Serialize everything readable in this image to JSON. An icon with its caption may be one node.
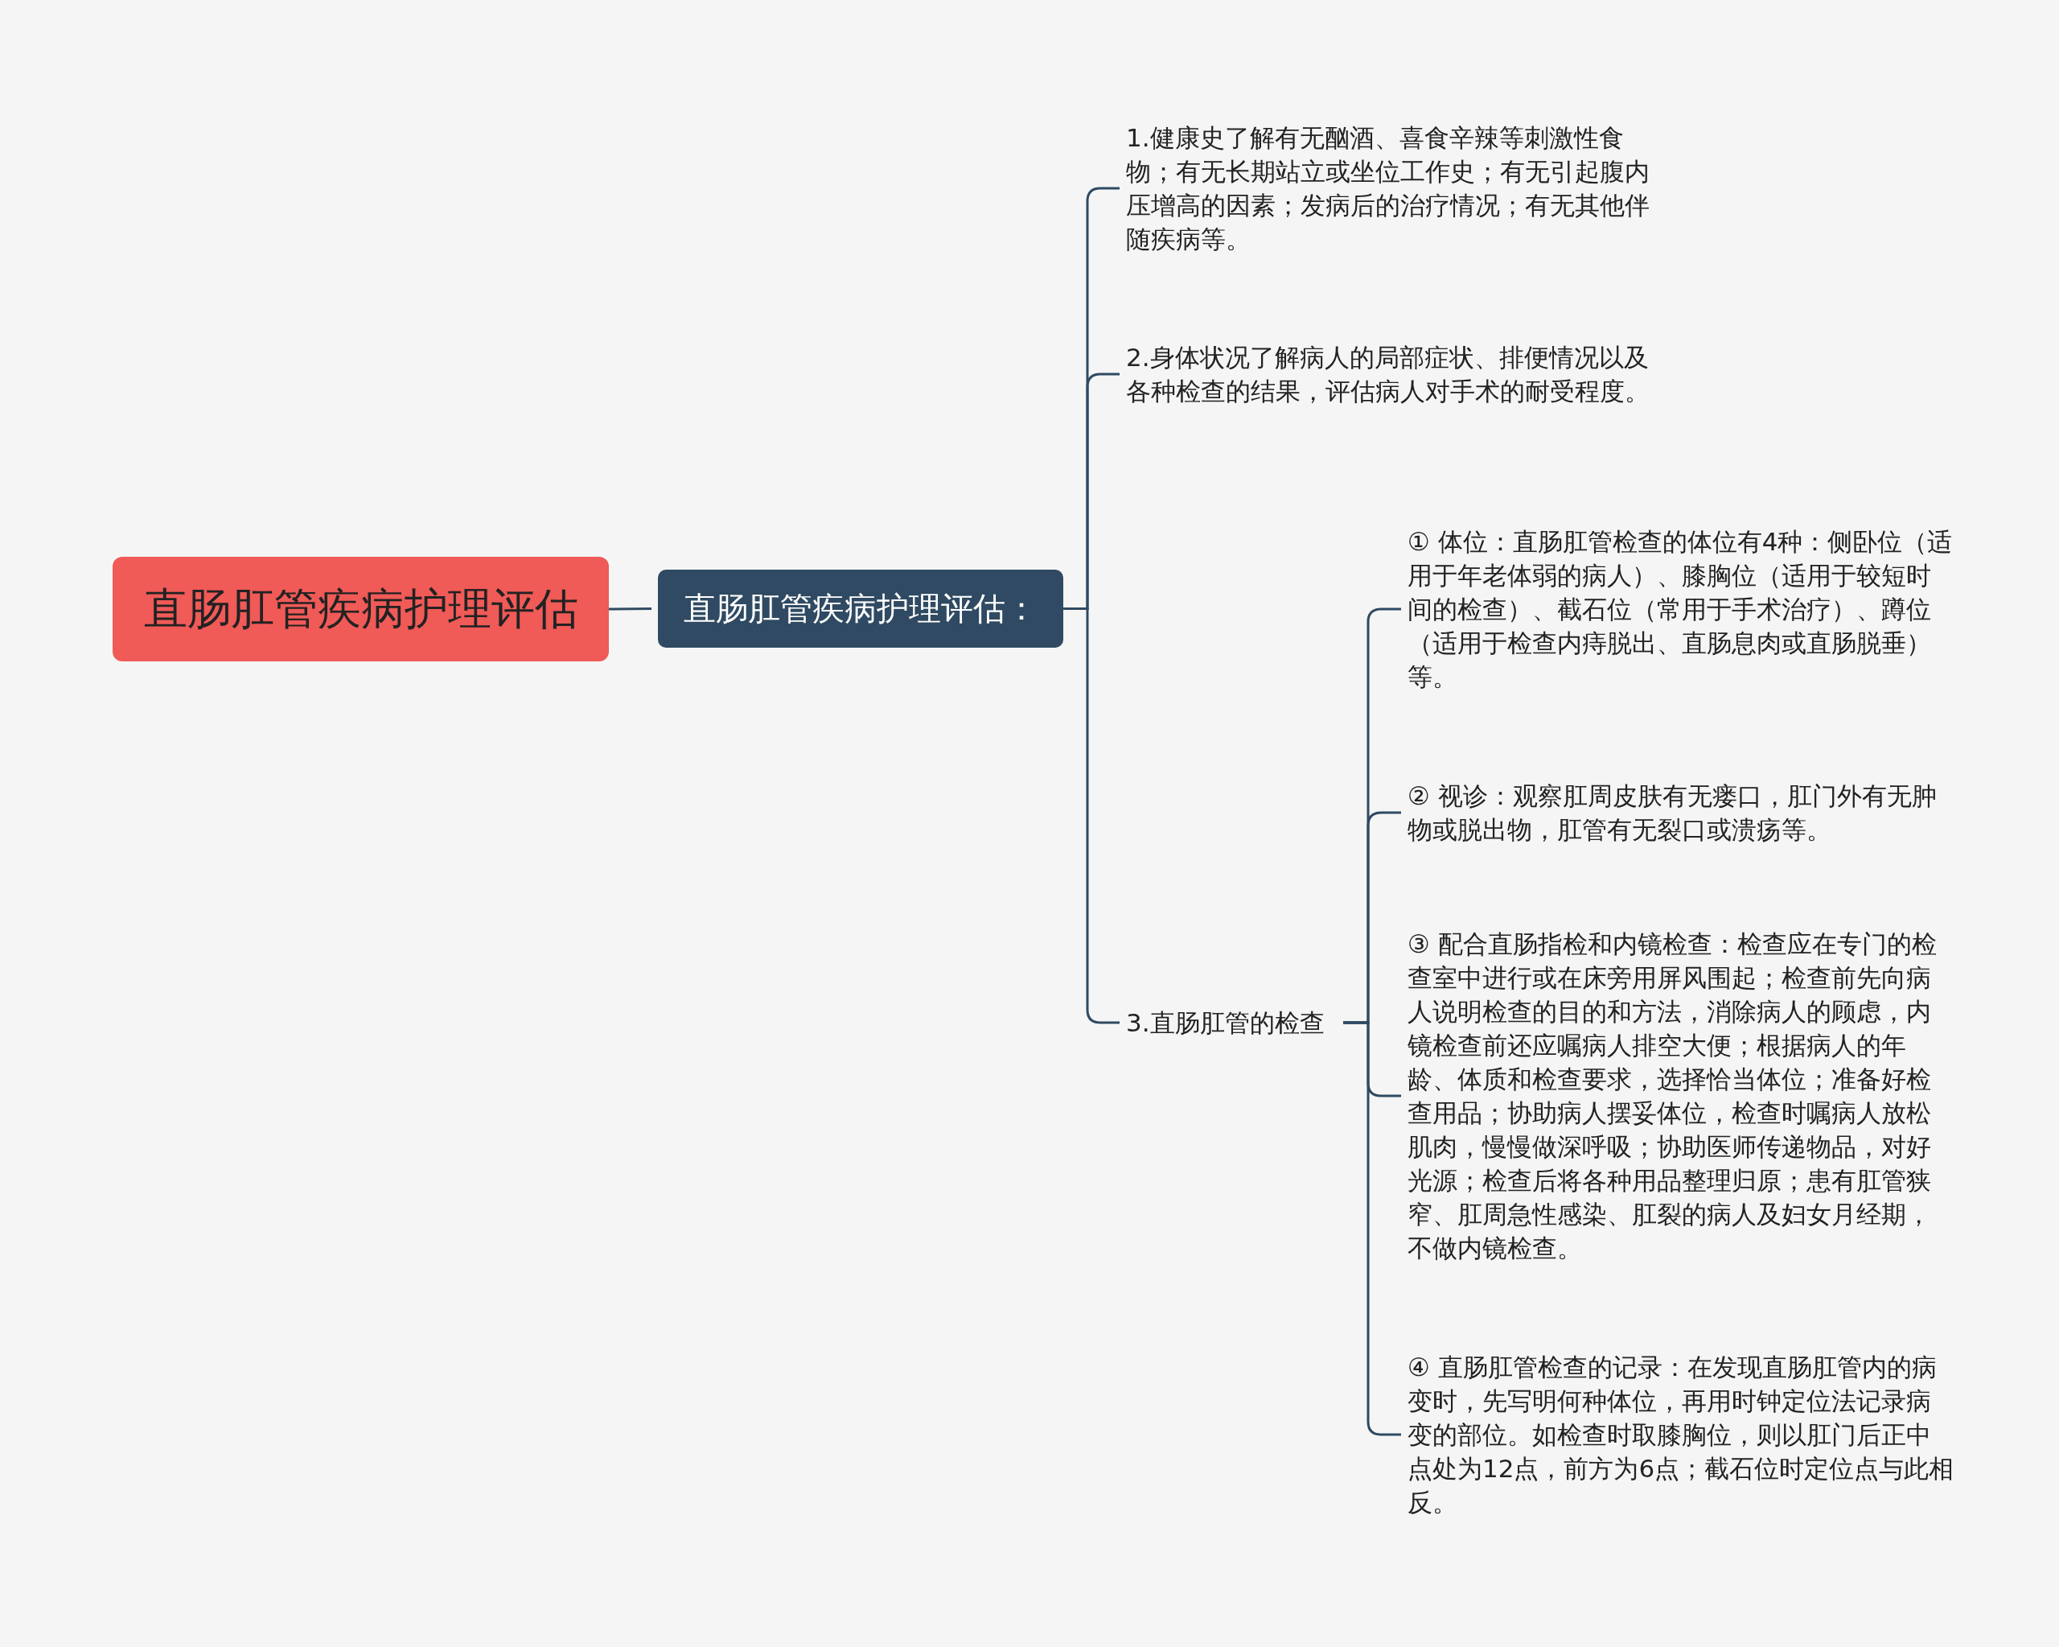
{
  "diagram": {
    "nodes": [
      {
        "text": [
          "直肠肛管疾病护理评估"
        ]
      },
      {
        "text": [
          "直肠肛管疾病护理评估："
        ]
      },
      {
        "text": [
          "1.健康史了解有无酗酒、喜食辛辣等刺激性食物；有无长期站立或坐位工作史；有无引起腹内压增高的因素；发病后的治疗情况；有无其他伴随疾病等。"
        ]
      },
      {
        "text": [
          "2.身体状况了解病人的局部症状、排便情况以及各种检查的结果，评估病人对手术的耐受程度。"
        ]
      },
      {
        "text": [
          "3.直肠肛管的检查"
        ]
      },
      {
        "text": [
          "① 体位：直肠肛管检查的体位有4种：侧卧位（适用于年老体弱的病人）、膝胸位（适用于较短时间的检查）、截石位（常用于手术治疗）、蹲位（适用于检查内痔脱出、直肠息肉或直肠脱垂）等。"
        ]
      },
      {
        "text": [
          "② 视诊：观察肛周皮肤有无瘘口，肛门外有无肿物或脱出物，肛管有无裂口或溃疡等。"
        ]
      },
      {
        "text": [
          "③ 配合直肠指检和内镜检查：检查应在专门的检查室中进行或在床旁用屏风围起；检查前先向病人说明检查的目的和方法，消除病人的顾虑，内镜检查前还应嘱病人排空大便；根据病人的年龄、体质和检查要求，选择恰当体位；准备好检查用品；协助病人摆妥体位，检查时嘱病人放松肌肉，慢慢做深呼吸；协助医师传递物品，对好光源；检查后将各种用品整理归原；患有肛管狭窄、肛周急性感染、肛裂的病人及妇女月经期，不做内镜检查。"
        ]
      },
      {
        "text": [
          "④ 直肠肛管检查的记录：在发现直肠肛管内的病变时，先写明何种体位，再用时钟定位法记录病变的部位。如检查时取膝胸位，则以肛门后正中点处为12点，前方为6点；截石位时定位点与此相反。"
        ]
      }
    ],
    "edges": [
      {
        "from": 0,
        "to": 1,
        "arrow": "none"
      },
      {
        "from": 1,
        "to": 2,
        "arrow": "none"
      },
      {
        "from": 1,
        "to": 3,
        "arrow": "none"
      },
      {
        "from": 1,
        "to": 4,
        "arrow": "none"
      },
      {
        "from": 4,
        "to": 5,
        "arrow": "none"
      },
      {
        "from": 4,
        "to": 6,
        "arrow": "none"
      },
      {
        "from": 4,
        "to": 7,
        "arrow": "none"
      },
      {
        "from": 4,
        "to": 8,
        "arrow": "none"
      }
    ]
  }
}
